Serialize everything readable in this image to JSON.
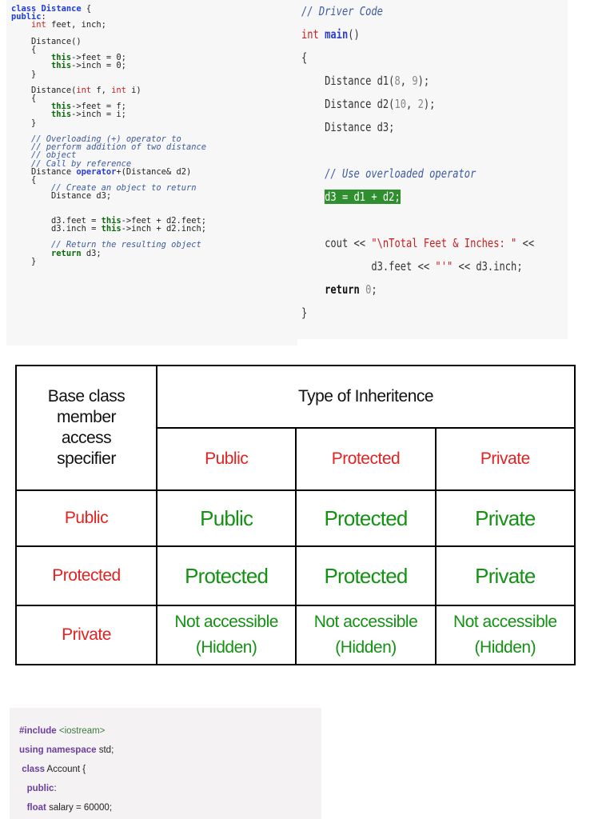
{
  "code_left": {
    "lines": [
      "class Distance {",
      "public:",
      "    int feet, inch;",
      "",
      "    Distance()",
      "    {",
      "        this->feet = 0;",
      "        this->inch = 0;",
      "    }",
      "",
      "    Distance(int f, int i)",
      "    {",
      "        this->feet = f;",
      "        this->inch = i;",
      "    }",
      "",
      "    // Overloading (+) operator to",
      "    // perform addition of two distance",
      "    // object",
      "    // Call by reference",
      "    Distance operator+(Distance& d2)",
      "    {",
      "        // Create an object to return",
      "        Distance d3;",
      "",
      "",
      "        d3.feet = this->feet + d2.feet;",
      "        d3.inch = this->inch + d2.inch;",
      "",
      "        // Return the resulting object",
      "        return d3;",
      "    }"
    ]
  },
  "code_right": {
    "lines": [
      "// Driver Code",
      "int main()",
      "{",
      "    Distance d1(8, 9);",
      "    Distance d2(10, 2);",
      "    Distance d3;",
      "",
      "    // Use overloaded operator",
      "    d3 = d1 + d2;",
      "",
      "    cout << \"\\nTotal Feet & Inches: \" <<",
      "            d3.feet << \"'\" << d3.inch;",
      "    return 0;",
      "}"
    ]
  },
  "table": {
    "header_base": [
      "Base class",
      "member",
      "access",
      "specifier"
    ],
    "header_type": "Type of Inheritence",
    "sub_headers": [
      "Public",
      "Protected",
      "Private"
    ],
    "rows": [
      {
        "label": "Public",
        "cells": [
          "Public",
          "Protected",
          "Private"
        ]
      },
      {
        "label": "Protected",
        "cells": [
          "Protected",
          "Protected",
          "Private"
        ]
      },
      {
        "label": "Private",
        "cells": [
          [
            "Not accessible",
            "(Hidden)"
          ],
          [
            "Not accessible",
            "(Hidden)"
          ],
          [
            "Not accessible",
            "(Hidden)"
          ]
        ]
      }
    ]
  },
  "code_bottom": {
    "lines": [
      "#include <iostream>",
      "using namespace std;",
      " class Account {",
      "   public:",
      "   float salary = 60000;"
    ]
  }
}
